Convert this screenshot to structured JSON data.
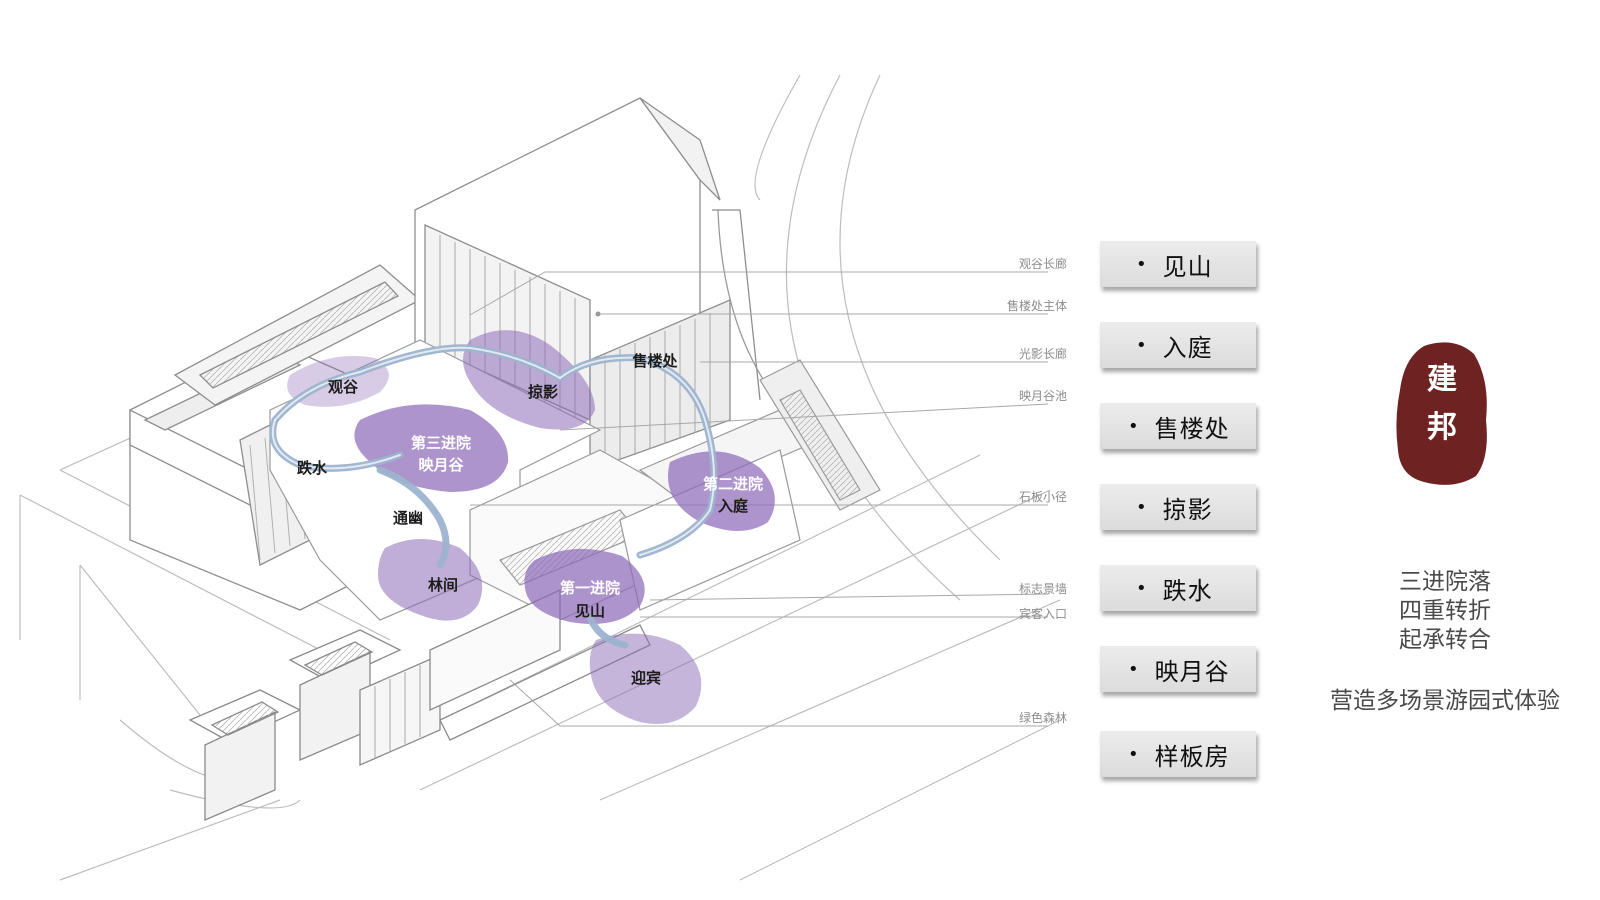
{
  "zones": {
    "guangu": "观谷",
    "lveying": "掠影",
    "shoulouchu": "售楼处",
    "disanjinyuan": "第三进院",
    "yingyuegu": "映月谷",
    "dieshui": "跌水",
    "dierjinyuan": "第二进院",
    "ruting": "入庭",
    "tongyou": "通幽",
    "linjian": "林间",
    "diyijinyuan": "第一进院",
    "jianshan": "见山",
    "yingbin": "迎宾"
  },
  "callouts": [
    "观谷长廊",
    "售楼处主体",
    "光影长廊",
    "映月谷池",
    "石板小径",
    "标志景墙",
    "宾客入口",
    "绿色森林"
  ],
  "menu": {
    "bullet": "•",
    "items": [
      "见山",
      "入庭",
      "售楼处",
      "掠影",
      "跌水",
      "映月谷",
      "样板房"
    ]
  },
  "seal": {
    "chars": [
      "建",
      "邦"
    ],
    "color": "#6e2222"
  },
  "slogan": {
    "lines": [
      "三进院落",
      "四重转折",
      "起承转合"
    ],
    "tagline": "营造多场景游园式体验"
  },
  "colors": {
    "zone_fill": "#8e6bb8",
    "path_stroke": "#9db3cf",
    "line_drawing": "#9a9a9a"
  }
}
